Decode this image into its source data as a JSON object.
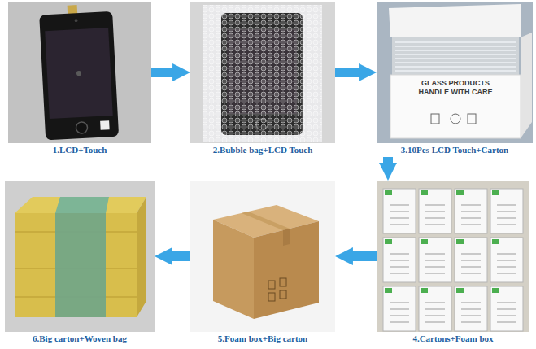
{
  "diagram": {
    "nodes": [
      {
        "text": [
          "1.LCD+Touch"
        ]
      },
      {
        "text": [
          "2.Bubble bag+LCD Touch"
        ]
      },
      {
        "text": [
          "3.10Pcs LCD Touch+Carton"
        ]
      },
      {
        "text": [
          "4.Cartons+Foam box"
        ]
      },
      {
        "text": [
          "5.Foam box+Big carton"
        ]
      },
      {
        "text": [
          "6.Big carton+Woven bag"
        ]
      }
    ],
    "edges": [
      {
        "from": 0,
        "to": 1,
        "arrow": "to"
      },
      {
        "from": 1,
        "to": 2,
        "arrow": "to"
      },
      {
        "from": 2,
        "to": 3,
        "arrow": "to"
      },
      {
        "from": 3,
        "to": 4,
        "arrow": "to"
      },
      {
        "from": 4,
        "to": 5,
        "arrow": "to"
      }
    ],
    "labels": [
      "GLASS PRODUCTS HANDLE WITH CARE"
    ]
  }
}
